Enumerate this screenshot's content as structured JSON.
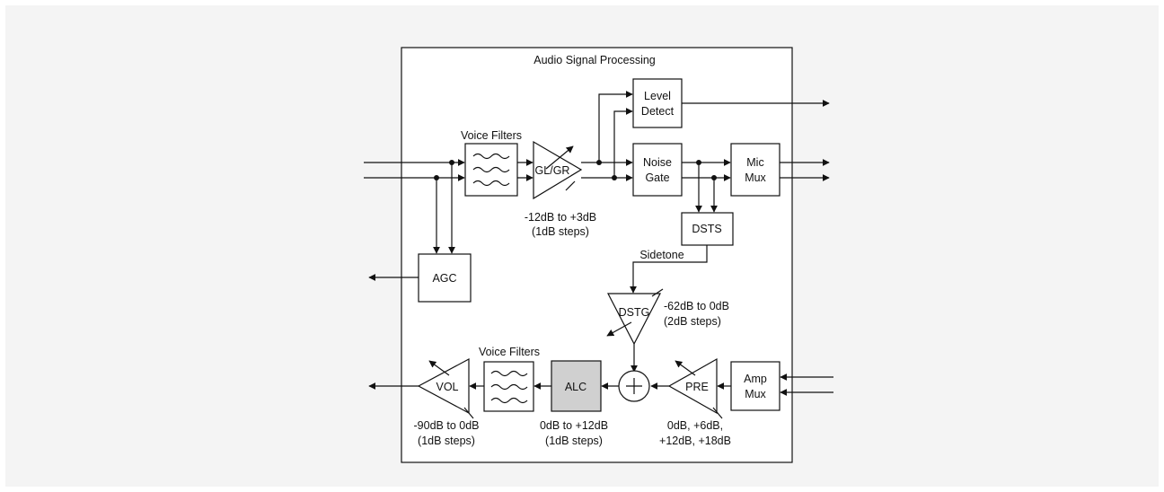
{
  "title": "Audio Signal Processing",
  "blocks": {
    "level_detect": [
      "Level",
      "Detect"
    ],
    "noise_gate": [
      "Noise",
      "Gate"
    ],
    "mic_mux": [
      "Mic",
      "Mux"
    ],
    "dsts": "DSTS",
    "agc": "AGC",
    "amp_mux": [
      "Amp",
      "Mux"
    ],
    "alc": "ALC",
    "gl_gr": "GL/GR",
    "dstg": "DSTG",
    "pre": "PRE",
    "vol": "VOL"
  },
  "labels": {
    "voice_filters_top": "Voice Filters",
    "voice_filters_bottom": "Voice Filters",
    "sidetone": "Sidetone",
    "gl_gr_range": [
      "-12dB to +3dB",
      "(1dB steps)"
    ],
    "dstg_range": [
      "-62dB to 0dB",
      "(2dB steps)"
    ],
    "vol_range": [
      "-90dB to 0dB",
      "(1dB steps)"
    ],
    "alc_range": [
      "0dB to +12dB",
      "(1dB steps)"
    ],
    "pre_range": [
      "0dB, +6dB,",
      "+12dB, +18dB"
    ]
  },
  "colors": {
    "alc_fill": "#d0d0d0",
    "background": "#f4f4f4"
  }
}
